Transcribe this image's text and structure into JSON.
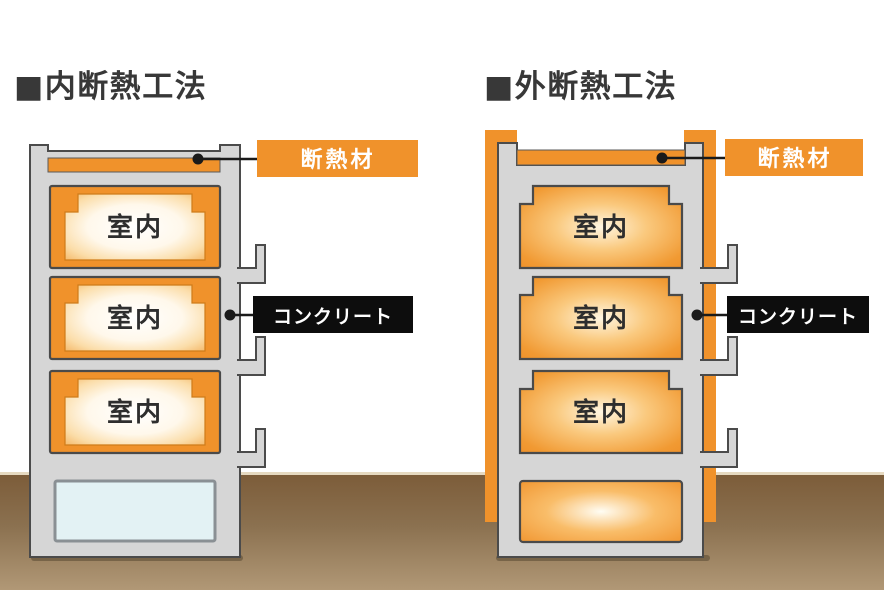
{
  "titles": {
    "left": "■内断熱工法",
    "right": "■外断熱工法"
  },
  "buildings": {
    "left": {
      "rooms": [
        "室内",
        "室内",
        "室内"
      ]
    },
    "right": {
      "rooms": [
        "室内",
        "室内",
        "室内"
      ]
    }
  },
  "callouts": {
    "insulation": {
      "label": "断熱材",
      "bg": "#F0922B",
      "text_color": "#FFFFFF"
    },
    "concrete": {
      "label": "コンクリート",
      "bg": "#0D0D0D",
      "text_color": "#FFFFFF"
    }
  },
  "colors": {
    "insulation_orange": "#F0922B",
    "concrete_gray": "#D6D6D6",
    "outline_dark": "#4B4B4B",
    "cold_basement_fill": "#E3F2F4",
    "ground_top": "#7C5C39",
    "ground_bottom": "#B19876",
    "title_text": "#383838"
  }
}
